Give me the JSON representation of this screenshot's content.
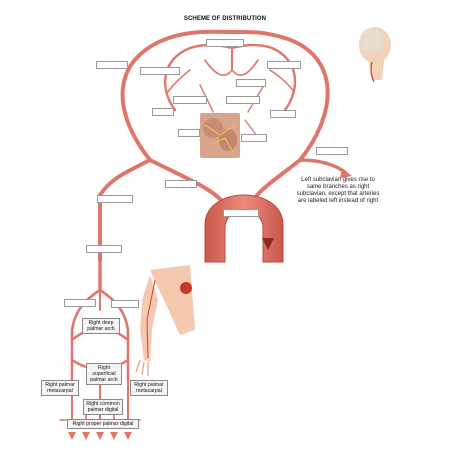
{
  "title": "SCHEME OF DISTRIBUTION",
  "note": "Left subclavian gives rise to same branches as right subclavian, except that arteries are labeled left instead of right",
  "labels": {
    "deep_palmar_arch": "Right deep palmar arch",
    "superficial_palmar_arch": "Right superficial palmar arch",
    "palmar_metacarpal_left": "Right palmar metacarpal",
    "palmar_metacarpal_right": "Right palmar metacarpal",
    "common_palmar_digital": "Right common palmar digital",
    "proper_palmar_digital": "Right proper palmar digital"
  },
  "colors": {
    "artery": "#e0766a",
    "artery_dark": "#b84a3f",
    "blank_border": "#9a9a9a"
  },
  "icons": {
    "head": "head-illustration",
    "brain": "brain-photo",
    "arm": "arm-illustration"
  }
}
